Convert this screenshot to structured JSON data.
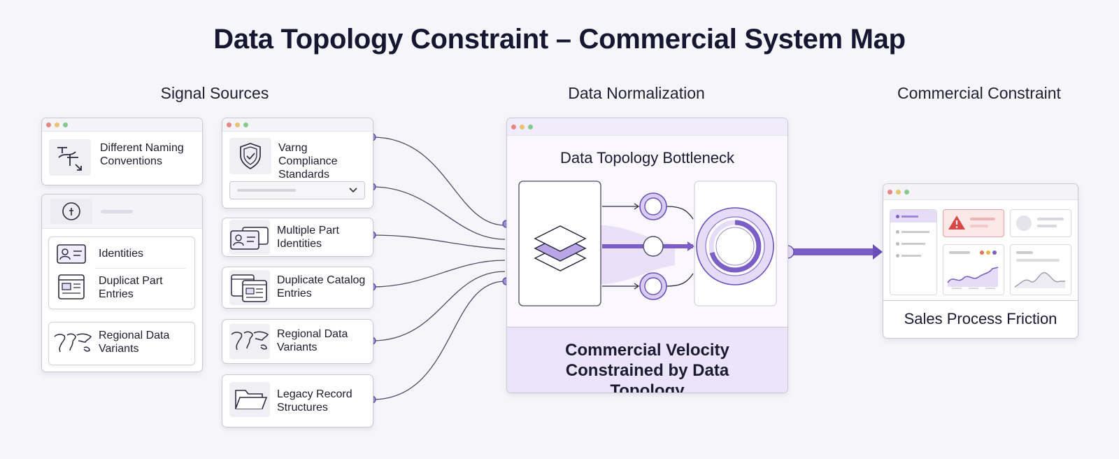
{
  "title": "Data Topology Constraint – Commercial System Map",
  "columns": {
    "signal_sources": "Signal Sources",
    "data_normalization": "Data Normalization",
    "commercial_constraint": "Commercial Constraint"
  },
  "left_panel": {
    "naming": "Different Naming Conventions",
    "identities": "Identities",
    "duplicat_part": "Duplicat Part Entries",
    "regional": "Regional Data Variants"
  },
  "sources": [
    {
      "label": "Varng Compliance Standards"
    },
    {
      "label": "Multiple Part Identities"
    },
    {
      "label": "Duplicate Catalog Entries"
    },
    {
      "label": "Regional Data Variants"
    },
    {
      "label": "Legacy Record Structures"
    }
  ],
  "bottleneck": {
    "heading": "Data Topology Bottleneck",
    "footer": "Commercial Velocity Constrained by Data Topology"
  },
  "dashboard": {
    "caption": "Sales Process Friction"
  },
  "colors": {
    "accent": "#7b5fc7",
    "accent_light": "#e6dcf7",
    "alert": "#d94848"
  }
}
